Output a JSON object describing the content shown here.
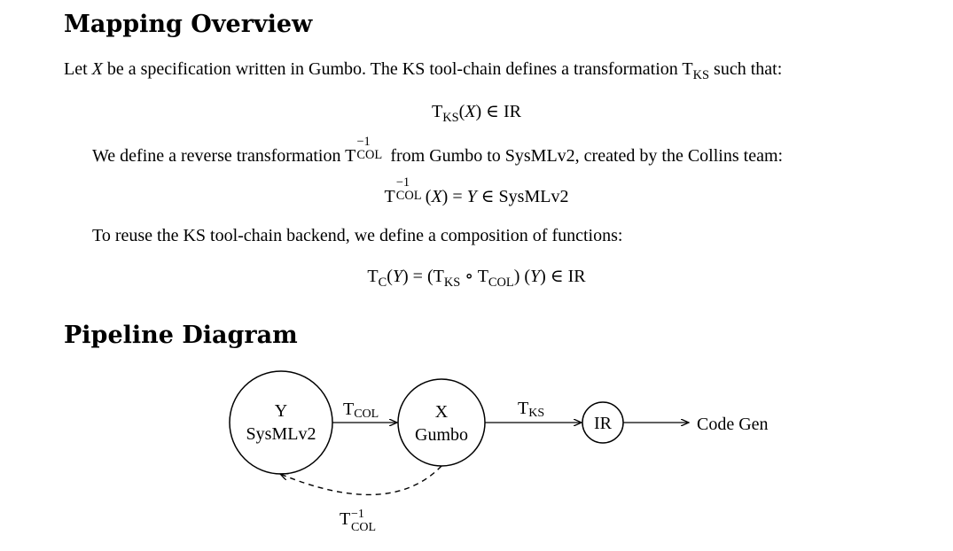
{
  "sections": {
    "mapping_title": "Mapping Overview",
    "pipeline_title": "Pipeline Diagram"
  },
  "mapping": {
    "p1": {
      "t1": "Let ",
      "var_x": "X",
      "t2": " be a specification written in Gumbo. The KS tool-chain defines a transformation ",
      "fn": "T",
      "fn_sub": "KS",
      "t3": " such that:"
    },
    "eq1": {
      "fn": "T",
      "fn_sub": "KS",
      "open": "(",
      "var_x": "X",
      "close": ") ∈ IR"
    },
    "p2": {
      "t1": "We define a reverse transformation ",
      "fn": "T",
      "fn_sup": "−1",
      "fn_sub": "COL",
      "t2": " from Gumbo to SysMLv2, created by the Collins team:"
    },
    "eq2": {
      "fn": "T",
      "fn_sup": "−1",
      "fn_sub": "COL",
      "open": "(",
      "var_x": "X",
      "mid": ") = ",
      "var_y": "Y",
      "tail": " ∈ SysMLv2"
    },
    "p3": {
      "text": "To reuse the KS tool-chain backend, we define a composition of functions:"
    },
    "eq3": {
      "fn_c": "T",
      "fn_c_sub": "C",
      "open1": "(",
      "var_y1": "Y",
      "mid1": ") = (",
      "fn_ks": "T",
      "fn_ks_sub": "KS",
      "op": " ∘ ",
      "fn_col": "T",
      "fn_col_sub": "COL",
      "mid2": ") (",
      "var_y2": "Y",
      "tail": ") ∈ IR"
    }
  },
  "diagram": {
    "nodes": {
      "y_line1": "Y",
      "y_line2": "SysMLv2",
      "x_line1": "X",
      "x_line2": "Gumbo",
      "ir": "IR",
      "codegen": "Code Gen"
    },
    "edges": {
      "tcol": "T",
      "tcol_sub": "COL",
      "tks": "T",
      "tks_sub": "KS",
      "inv": "T",
      "inv_sup": "−1",
      "inv_sub": "COL"
    }
  }
}
